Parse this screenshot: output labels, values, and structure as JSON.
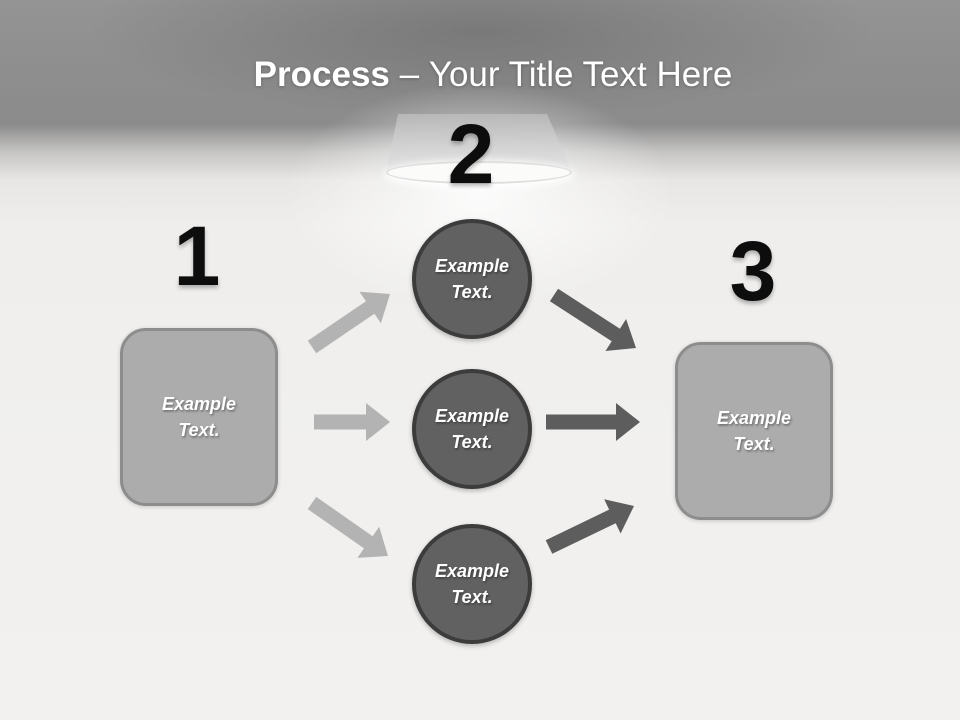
{
  "palette": {
    "header_gray": "#8f8f8f",
    "background_light": "#f1f0ee",
    "box_fill": "#acacac",
    "box_border": "#8d8d8d",
    "circle_fill": "#616161",
    "circle_border": "#3c3c3c",
    "arrow_light": "#b3b3b3",
    "arrow_dark": "#5d5d5d",
    "number_color": "#0d0d0d",
    "title_color": "#ffffff",
    "label_color": "#ffffff"
  },
  "title": {
    "keyword": "Process",
    "separator": "–",
    "rest": "Your Title Text Here"
  },
  "steps": [
    {
      "number": "1",
      "labels": [
        "Example Text."
      ]
    },
    {
      "number": "2",
      "labels": [
        "Example Text.",
        "Example Text.",
        "Example Text."
      ]
    },
    {
      "number": "3",
      "labels": [
        "Example Text."
      ]
    }
  ]
}
